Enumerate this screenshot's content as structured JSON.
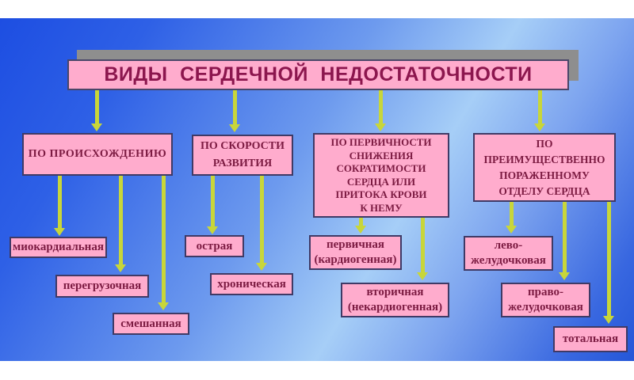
{
  "slide": {
    "title": "ВИДЫ СЕРДЕЧНОЙ НЕДОСТАТОЧНОСТИ",
    "columns": [
      {
        "header": "ПО ПРОИСХОЖДЕНИЮ",
        "children": [
          "миокардиальная",
          "перегрузочная",
          "смешанная"
        ]
      },
      {
        "header": "ПО СКОРОСТИ\nРАЗВИТИЯ",
        "children": [
          "острая",
          "хроническая"
        ]
      },
      {
        "header": "ПО ПЕРВИЧНОСТИ\nСНИЖЕНИЯ\nСОКРАТИМОСТИ\nСЕРДЦА ИЛИ\nПРИТОКА КРОВИ\nК НЕМУ",
        "children": [
          "первичная\n(кардиогенная)",
          "вторичная\n(некардиогенная)"
        ]
      },
      {
        "header": "ПО\nПРЕИМУЩЕСТВЕННО\nПОРАЖЕННОМУ\nОТДЕЛУ СЕРДЦА",
        "children": [
          "лево-\nжелудочковая",
          "право-\nжелудочковая",
          "тотальная"
        ]
      }
    ],
    "colors": {
      "box_fill": "#ffaccd",
      "box_border": "#3f3a66",
      "box_text": "#7c1b42",
      "title_text": "#8c164e",
      "arrow": "#c8d63a",
      "title_shadow": "#8e8e8e",
      "background_blue_dark": "#1d4ee2",
      "background_blue_light": "#a6cef7",
      "band": "#ffffff"
    }
  }
}
